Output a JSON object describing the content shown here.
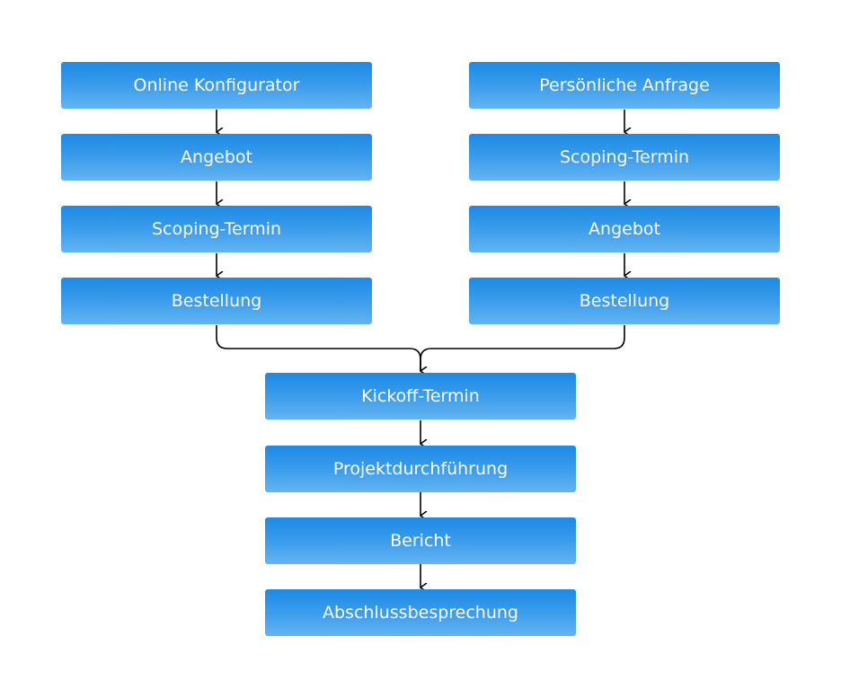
{
  "left_path": [
    "Online Konfigurator",
    "Angebot",
    "Scoping-Termin",
    "Bestellung"
  ],
  "right_path": [
    "Persönliche Anfrage",
    "Scoping-Termin",
    "Angebot",
    "Bestellung"
  ],
  "merged_path": [
    "Kickoff-Termin",
    "Projektdurchführung",
    "Bericht",
    "Abschlussbesprechung"
  ],
  "colors": {
    "box_top": "#1c8ae6",
    "box_bottom": "#64b4f2",
    "text": "#ffffff",
    "connector": "#000000"
  }
}
